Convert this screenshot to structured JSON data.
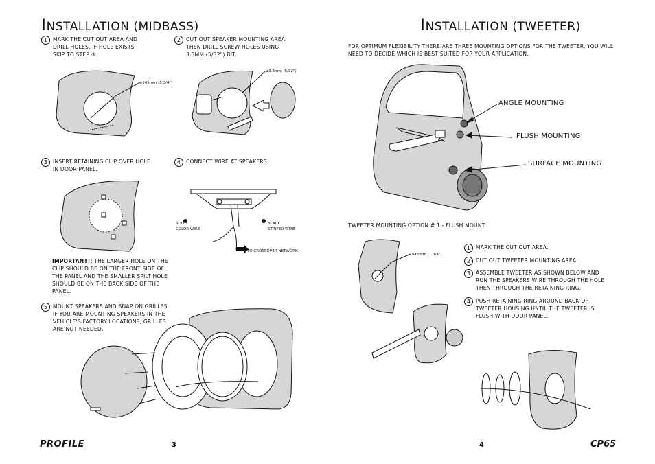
{
  "left": {
    "title_cap": "I",
    "title_rest": "NSTALLATION (MIDBASS)",
    "steps": [
      {
        "num": "1",
        "text": "MARK THE  CUT OUT AREA AND DRILL HOLES.  IF HOLE EXISTS SKIP TO STEP ④."
      },
      {
        "num": "2",
        "text": "CUT OUT SPEAKER MOUNTING AREA THEN DRILL SCREW HOLES USING 3.3mm (5/32\") BIT."
      },
      {
        "num": "3",
        "text": "INSERT RETAINING CLIP OVER HOLE IN DOOR PANEL."
      },
      {
        "num": "4",
        "text": "CONNECT WIRE AT SPEAKERS."
      },
      {
        "num": "5",
        "text": "MOUNT SPEAKERS AND SNAP ON GRILLES. IF YOU ARE MOUNTING SPEAKERS IN THE VEHICLE'S FACTORY LOCATIONS,  GRILLES ARE NOT NEEDED."
      }
    ],
    "dim_hole": "⌀145mm (5 3/4\")",
    "dim_drill": "⌀3.3mm (5/32\")",
    "important_label": "IMPORTANT!:",
    "important_text": " THE LARGER HOLE ON THE CLIP SHOULD BE ON THE FRONT SIDE OF THE PANEL AND THE SMALLER SPILT HOLE SHOULD BE ON THE BACK SIDE OF THE PANEL.",
    "wire_solid": "SOLID\nCOLOR WIRE",
    "wire_black": "BLACK\nSTRIPED WIRE",
    "wire_crossover": "TO CROSSOVER NETWORK",
    "brand": "PROFILE",
    "page_num": "3"
  },
  "right": {
    "title_cap": "I",
    "title_rest": "NSTALLATION (TWEETER)",
    "intro": "FOR OPTIMUM FLEXIBILITY THERE ARE  THREE MOUNTING OPTIONS FOR THE TWEETER.  YOU WILL NEED TO DECIDE WHICH IS BEST SUITED FOR YOUR APPLICATION.",
    "angle": "ANGLE MOUNTING",
    "flush": "FLUSH MOUNTING",
    "surface": "SURFACE MOUNTING",
    "option_title": "TWEETER MOUNTING OPTION # 1 - FLUSH MOUNT",
    "dim_tweeter": "⌀45mm (1 3/4\")",
    "steps": [
      {
        "num": "1",
        "text": "MARK THE  CUT OUT AREA."
      },
      {
        "num": "2",
        "text": "CUT OUT TWEETER MOUNTING AREA."
      },
      {
        "num": "3",
        "text": "ASSEMBLE TWEETER AS SHOWN BELOW AND RUN THE SPEAKERS WIRE THROUGH THE HOLE THEN THROUGH THE RETAINING RING."
      },
      {
        "num": "4",
        "text": "PUSH RETAINING RING AROUND BACK OF TWEETER HOUSING UNTIL THE TWEETER IS FLUSH WITH DOOR PANEL."
      }
    ],
    "page_num": "4",
    "model": "CP65"
  }
}
